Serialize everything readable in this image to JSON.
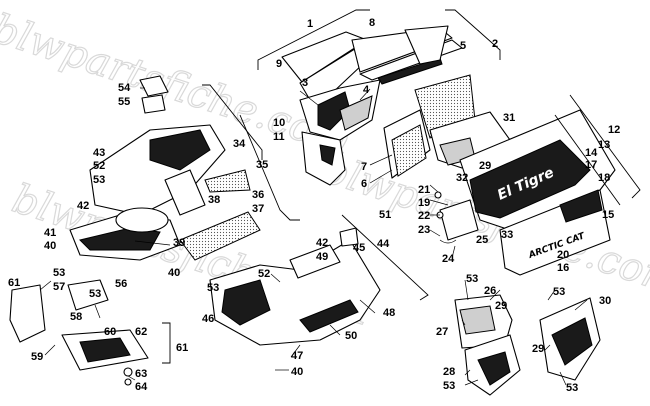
{
  "watermark": "blwpartsfiche.com",
  "decals": {
    "brand_script": "El Tigre",
    "side_decal": "ARCTIC CAT"
  },
  "callouts": [
    "1",
    "2",
    "3",
    "4",
    "5",
    "6",
    "7",
    "8",
    "9",
    "10",
    "11",
    "12",
    "13",
    "14",
    "15",
    "16",
    "17",
    "18",
    "19",
    "20",
    "21",
    "22",
    "23",
    "24",
    "25",
    "26",
    "27",
    "28",
    "29",
    "29",
    "29",
    "30",
    "31",
    "32",
    "33",
    "34",
    "35",
    "36",
    "37",
    "38",
    "39",
    "40",
    "40",
    "40",
    "41",
    "42",
    "42",
    "43",
    "44",
    "45",
    "46",
    "47",
    "48",
    "49",
    "50",
    "51",
    "52",
    "52",
    "53",
    "53",
    "53",
    "53",
    "53",
    "53",
    "53",
    "53",
    "54",
    "55",
    "56",
    "57",
    "58",
    "59",
    "60",
    "61",
    "61",
    "62",
    "63",
    "64"
  ]
}
